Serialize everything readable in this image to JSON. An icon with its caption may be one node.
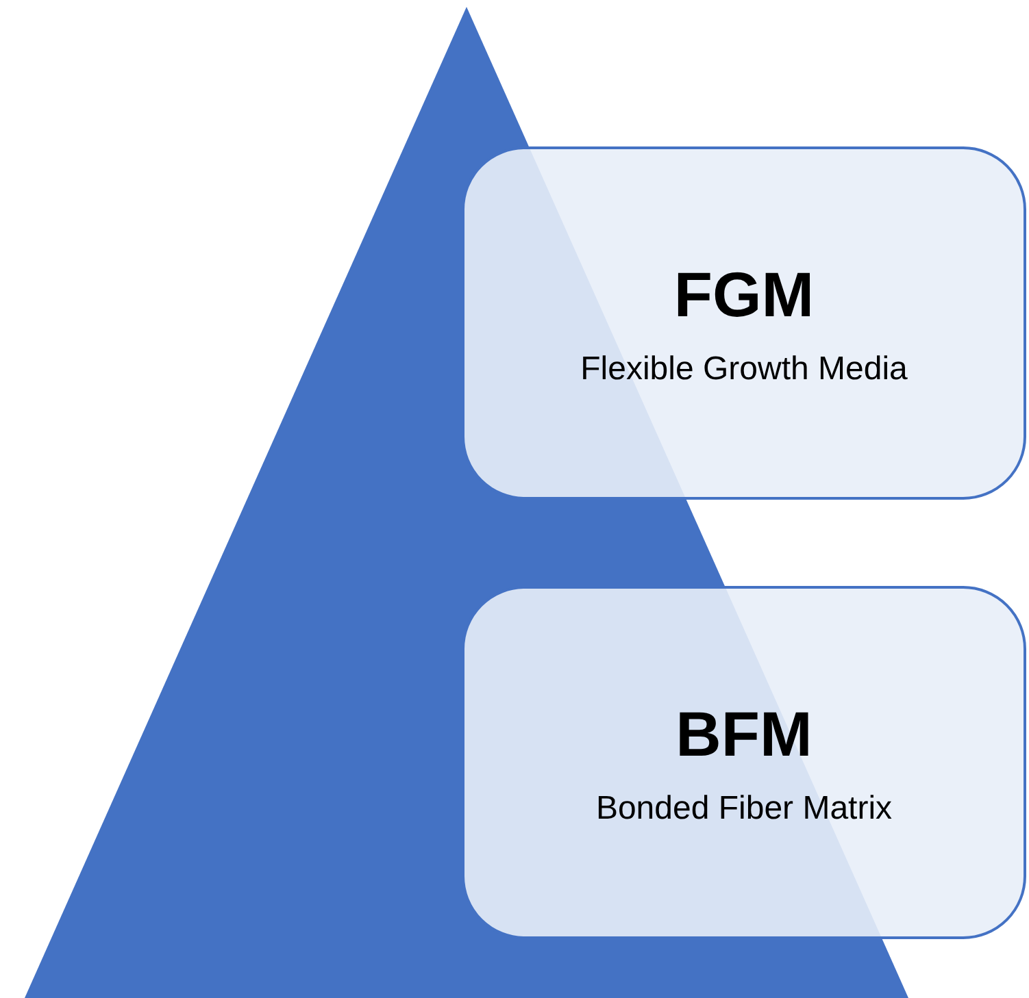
{
  "diagram": {
    "nodes": [
      {
        "text": [],
        "shape": "triangle"
      },
      {
        "text": [
          "FGM",
          "Flexible Growth Media"
        ]
      },
      {
        "text": [
          "BFM",
          "Bonded Fiber Matrix"
        ]
      }
    ],
    "edges": []
  }
}
